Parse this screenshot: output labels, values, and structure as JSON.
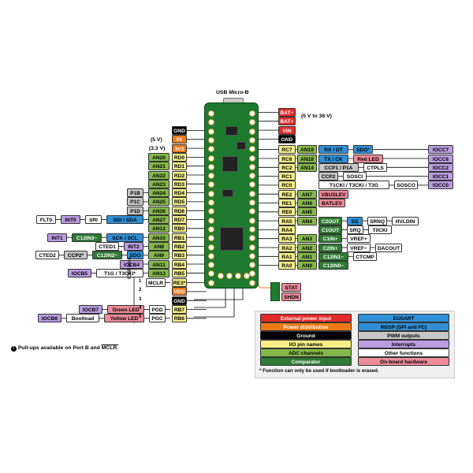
{
  "header": {
    "usb_label": "USB Micro-B",
    "supply_range": "(5 V to 36 V)",
    "v5_note": "(5 V)",
    "v33_note": "(3.3 V)",
    "pullup_note": "Pull-ups available on Port B and",
    "mclr_note": "MCLR.",
    "icsp_label": "ICSP pins",
    "icsp_numbers": [
      "1",
      "2",
      "3",
      "4",
      "5"
    ]
  },
  "colors": {
    "yellow": "#f6ef86",
    "green": "#84b94a",
    "black": "#000000",
    "red": "#e52a2a",
    "orange": "#ee7a17",
    "blue": "#2f8fd7",
    "gray": "#c7c7c7",
    "purple": "#ba9ce0",
    "white": "#ffffff",
    "dark_green": "#2f7a34",
    "pink": "#ee8a9b"
  },
  "left_pins": [
    {
      "pin": "GND",
      "kind": "black"
    },
    {
      "pin": "5V",
      "kind": "orange"
    },
    {
      "pin": "3V3",
      "kind": "orange"
    },
    {
      "pin": "RD0",
      "kind": "yellow",
      "adc": "AN20"
    },
    {
      "pin": "RD1",
      "kind": "yellow",
      "adc": "AN21"
    },
    {
      "pin": "RD2",
      "kind": "yellow",
      "adc": "AN22"
    },
    {
      "pin": "RD3",
      "kind": "yellow",
      "adc": "AN23"
    },
    {
      "pin": "RD4",
      "kind": "yellow",
      "adc": "AN24",
      "extra": [
        {
          "t": "P1B",
          "k": "gray"
        }
      ]
    },
    {
      "pin": "RD5",
      "kind": "yellow",
      "adc": "AN25",
      "extra": [
        {
          "t": "P1C",
          "k": "gray"
        }
      ]
    },
    {
      "pin": "RD6",
      "kind": "yellow",
      "adc": "AN26",
      "extra": [
        {
          "t": "P1D",
          "k": "gray"
        }
      ]
    },
    {
      "pin": "RD7",
      "kind": "yellow",
      "adc": "AN27",
      "extra": [
        {
          "t": "FLT0",
          "k": "white"
        },
        {
          "t": "INT0",
          "k": "purple"
        },
        {
          "t": "SRI",
          "k": "white"
        },
        {
          "t": "SDI / SDA",
          "k": "blue"
        }
      ]
    },
    {
      "pin": "RB0",
      "kind": "yellow",
      "adc": "AN12"
    },
    {
      "pin": "RB1",
      "kind": "yellow",
      "adc": "AN10",
      "extra": [
        {
          "t": "INT1",
          "k": "purple"
        },
        {
          "t": "C12IN3−",
          "k": "dgreen"
        },
        {
          "t": "SCK / SCL",
          "k": "blue"
        }
      ]
    },
    {
      "pin": "RB2",
      "kind": "yellow",
      "adc": "AN8",
      "extra": [
        {
          "t": "CTED1",
          "k": "white"
        },
        {
          "t": "INT2",
          "k": "purple"
        }
      ]
    },
    {
      "pin": "RB3",
      "kind": "yellow",
      "adc": "AN9",
      "extra": [
        {
          "t": "CTED2",
          "k": "white"
        },
        {
          "t": "CCP2*",
          "k": "gray"
        },
        {
          "t": "C12IN2−",
          "k": "dgreen"
        },
        {
          "t": "SDO",
          "k": "blue"
        }
      ]
    },
    {
      "pin": "RB4",
      "kind": "yellow",
      "adc": "AN11",
      "extra": [
        {
          "t": "IOCB4",
          "k": "purple"
        }
      ]
    },
    {
      "pin": "RB5",
      "kind": "yellow",
      "adc": "AN13",
      "extra": [
        {
          "t": "IOCB5",
          "k": "purple"
        },
        {
          "t": "T1G / T3CKI*",
          "k": "white"
        }
      ]
    },
    {
      "pin": "RE3*",
      "kind": "yellow",
      "extra": [
        {
          "t": "MCLR",
          "k": "white"
        }
      ]
    },
    {
      "pin": "VDD",
      "kind": "orange"
    },
    {
      "pin": "GND",
      "kind": "black"
    },
    {
      "pin": "RB7",
      "kind": "yellow",
      "extra": [
        {
          "t": "IOCB7",
          "k": "purple"
        },
        {
          "t": "Green LED",
          "k": "pink"
        },
        {
          "t": "PGD",
          "k": "white"
        }
      ]
    },
    {
      "pin": "RB6",
      "kind": "yellow",
      "extra": [
        {
          "t": "IOCB6",
          "k": "purple"
        },
        {
          "t": "Bootload",
          "k": "white"
        },
        {
          "t": "Yellow LED",
          "k": "pink"
        },
        {
          "t": "PGC",
          "k": "white"
        }
      ]
    }
  ],
  "right_pins": [
    {
      "pin": "BAT−",
      "kind": "red"
    },
    {
      "pin": "BAT+",
      "kind": "red"
    },
    {
      "pin": "VIN",
      "kind": "red"
    },
    {
      "pin": "GND",
      "kind": "black"
    },
    {
      "pin": "RC7",
      "kind": "yellow",
      "adc": "AN19",
      "extra": [
        {
          "t": "RX / DT",
          "k": "blue"
        },
        {
          "t": "SDO*",
          "k": "blue"
        },
        {
          "t": "IOCC7",
          "k": "purple"
        }
      ]
    },
    {
      "pin": "RC6",
      "kind": "yellow",
      "adc": "AN18",
      "extra": [
        {
          "t": "TX / CK",
          "k": "blue"
        },
        {
          "t": "Red LED",
          "k": "pink"
        },
        {
          "t": "IOCC6",
          "k": "purple"
        }
      ]
    },
    {
      "pin": "RC2",
      "kind": "yellow",
      "adc": "AN14",
      "extra": [
        {
          "t": "CCP1 / P1A",
          "k": "gray"
        },
        {
          "t": "CTPLS",
          "k": "white"
        },
        {
          "t": "IOCC2",
          "k": "purple"
        }
      ]
    },
    {
      "pin": "RC1",
      "kind": "yellow",
      "extra": [
        {
          "t": "CCP2",
          "k": "gray"
        },
        {
          "t": "SOSCI",
          "k": "white"
        },
        {
          "t": "IOCC1",
          "k": "purple"
        }
      ]
    },
    {
      "pin": "RC0",
      "kind": "yellow",
      "extra": [
        {
          "t": "T1CKI / T3CKI / T3G",
          "k": "white"
        },
        {
          "t": "SOSCO",
          "k": "white"
        },
        {
          "t": "IOCC0",
          "k": "purple"
        }
      ]
    },
    {
      "pin": "RE2",
      "kind": "yellow",
      "adc": "AN7",
      "extra": [
        {
          "t": "VBUSLEV",
          "k": "pink"
        }
      ]
    },
    {
      "pin": "RE1",
      "kind": "yellow",
      "adc": "AN6",
      "extra": [
        {
          "t": "BATLEV",
          "k": "pink"
        }
      ]
    },
    {
      "pin": "RE0",
      "kind": "yellow",
      "adc": "AN5"
    },
    {
      "pin": "RA5",
      "kind": "yellow",
      "adc": "AN4",
      "extra": [
        {
          "t": "C2OUT",
          "k": "dgreen"
        },
        {
          "t": "SS",
          "k": "blue"
        },
        {
          "t": "SRNQ",
          "k": "white"
        },
        {
          "t": "HVLDIN",
          "k": "white"
        }
      ]
    },
    {
      "pin": "RA4",
      "kind": "yellow",
      "extra": [
        {
          "t": "C1OUT",
          "k": "dgreen"
        },
        {
          "t": "SRQ",
          "k": "white"
        },
        {
          "t": "T0CKI",
          "k": "white"
        }
      ]
    },
    {
      "pin": "RA3",
      "kind": "yellow",
      "adc": "AN3",
      "extra": [
        {
          "t": "C1IN+",
          "k": "dgreen"
        },
        {
          "t": "VREF+",
          "k": "white"
        }
      ]
    },
    {
      "pin": "RA2",
      "kind": "yellow",
      "adc": "AN2",
      "extra": [
        {
          "t": "C2IN+",
          "k": "dgreen"
        },
        {
          "t": "VREF−",
          "k": "white"
        },
        {
          "t": "DACOUT",
          "k": "white"
        }
      ]
    },
    {
      "pin": "RA1",
      "kind": "yellow",
      "adc": "AN1",
      "extra": [
        {
          "t": "C12IN1−",
          "k": "dgreen"
        },
        {
          "t": "CTCMP",
          "k": "white"
        }
      ]
    },
    {
      "pin": "RA0",
      "kind": "yellow",
      "adc": "AN0",
      "extra": [
        {
          "t": "C12IN0−",
          "k": "dgreen"
        }
      ]
    }
  ],
  "status_leds": [
    {
      "t": "STAT",
      "k": "pink"
    },
    {
      "t": "SHDN",
      "k": "pink"
    }
  ],
  "legend": {
    "items": [
      {
        "t": "External power input",
        "k": "red"
      },
      {
        "t": "EUSART",
        "k": "blue"
      },
      {
        "t": "Power distribution",
        "k": "orange"
      },
      {
        "t": "MSSP (SPI and I²C)",
        "k": "blue"
      },
      {
        "t": "Ground",
        "k": "black"
      },
      {
        "t": "PWM outputs",
        "k": "gray"
      },
      {
        "t": "I/O pin names",
        "k": "yellow"
      },
      {
        "t": "Interrupts",
        "k": "purple"
      },
      {
        "t": "ADC channels",
        "k": "green"
      },
      {
        "t": "Other functions",
        "k": "white"
      },
      {
        "t": "Comparator",
        "k": "dgreen"
      },
      {
        "t": "On-board hardware",
        "k": "pink"
      }
    ],
    "footnote": "* Function can only be used if bootloader is erased."
  }
}
